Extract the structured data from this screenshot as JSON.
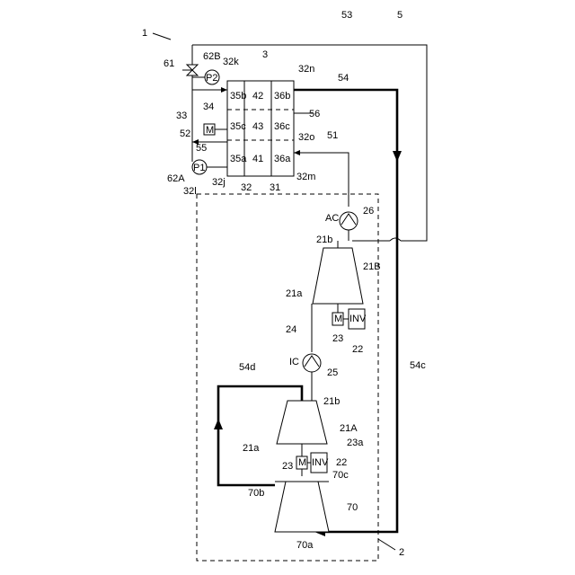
{
  "labels": {
    "system": "1",
    "filter_unit": "3",
    "line_outer": "53",
    "outer_label": "5",
    "valve": "61",
    "p2_tag": "62B",
    "p2": "P2",
    "k32": "32k",
    "n32": "32n",
    "b35": "35b",
    "c35": "35c",
    "a35": "35a",
    "b36": "36b",
    "c36": "36c",
    "a36": "36a",
    "c42": "42",
    "c43": "43",
    "c41": "41",
    "l54": "54",
    "l56": "56",
    "o32": "32o",
    "l51": "51",
    "m32": "32m",
    "l33": "33",
    "l34": "34",
    "motor": "M",
    "l52": "52",
    "l55": "55",
    "p1": "P1",
    "p1_tag": "62A",
    "l32l": "32l",
    "l32j": "32j",
    "l32": "32",
    "l31": "31",
    "ac": "AC",
    "l26": "26",
    "b21_2": "21b",
    "B21": "21B",
    "a21_2": "21a",
    "l24": "24",
    "l23_2": "23",
    "l22_2": "22",
    "inv": "INV",
    "ic": "IC",
    "l25": "25",
    "l54d": "54d",
    "b21_1": "21b",
    "A21": "21A",
    "a21_1": "21a",
    "a23": "23a",
    "l23_1": "23",
    "l22_1": "22",
    "b70": "70b",
    "c70": "70c",
    "l70": "70",
    "a70": "70a",
    "l54c": "54c",
    "l2": "2"
  }
}
